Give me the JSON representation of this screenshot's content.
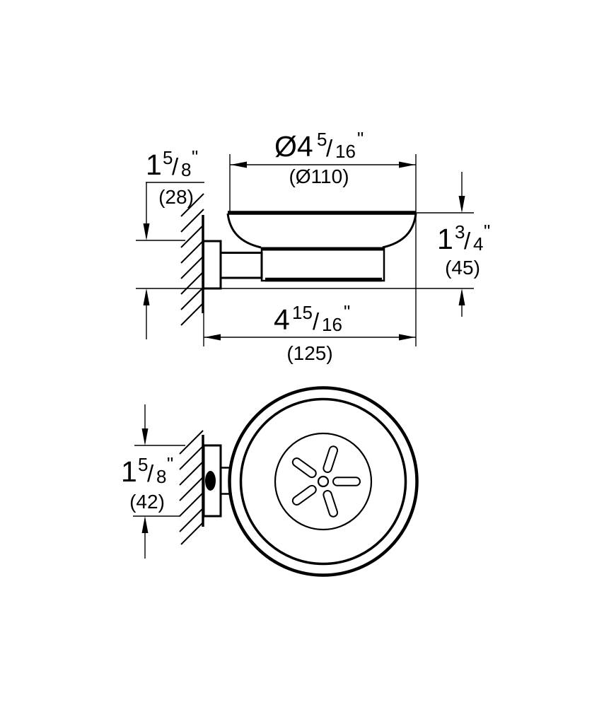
{
  "page": {
    "background": "#ffffff",
    "ink": "#000000",
    "description": "Technical dimension drawing of a wall-mounted soap dish holder, side view and top view"
  },
  "views": {
    "side_view": {
      "dimensions": {
        "diameter": {
          "whole": "Ø4",
          "num": "5",
          "sep": "/",
          "den": "16",
          "unit": "\"",
          "metric": "(Ø110)"
        },
        "wall_offset": {
          "whole": "1",
          "num": "5",
          "sep": "/",
          "den": "8",
          "unit": "\"",
          "metric": "(28)"
        },
        "height": {
          "whole": "1",
          "num": "3",
          "sep": "/",
          "den": "4",
          "unit": "\"",
          "metric": "(45)"
        },
        "overall_depth": {
          "whole": "4",
          "num": "15",
          "sep": "/",
          "den": "16",
          "unit": "\"",
          "metric": "(125)"
        }
      }
    },
    "top_view": {
      "dimensions": {
        "bracket_height": {
          "whole": "1",
          "num": "5",
          "sep": "/",
          "den": "8",
          "unit": "\"",
          "metric": "(42)"
        }
      }
    }
  }
}
